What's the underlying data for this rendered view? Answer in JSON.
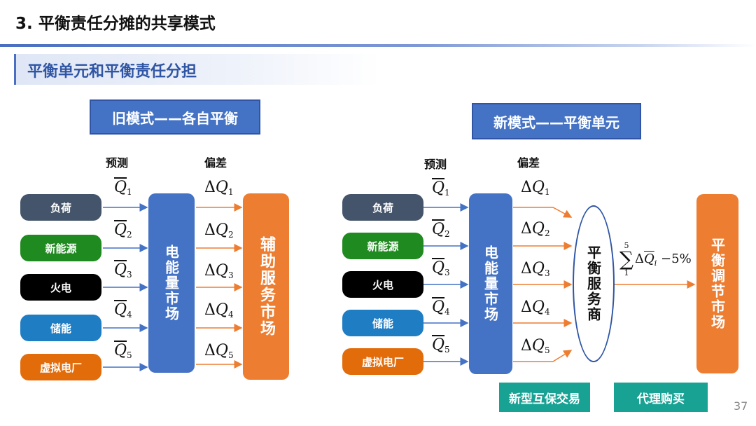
{
  "slide": {
    "title": "3. 平衡责任分摊的共享模式",
    "page_number": "37"
  },
  "section": {
    "title": "平衡单元和平衡责任分担"
  },
  "old_mode": {
    "header": "旧模式——各自平衡",
    "forecast_label": "预测",
    "deviation_label": "偏差",
    "sources": [
      {
        "label": "负荷",
        "color": "#44546a"
      },
      {
        "label": "新能源",
        "color": "#1f8a1f"
      },
      {
        "label": "火电",
        "color": "#000000"
      },
      {
        "label": "储能",
        "color": "#1f7dc4"
      },
      {
        "label": "虚拟电厂",
        "color": "#e36c0a"
      }
    ],
    "forecast_vars": [
      {
        "symbol": "Q",
        "sub": "1"
      },
      {
        "symbol": "Q",
        "sub": "2"
      },
      {
        "symbol": "Q",
        "sub": "3"
      },
      {
        "symbol": "Q",
        "sub": "4"
      },
      {
        "symbol": "Q",
        "sub": "5"
      }
    ],
    "deviation_vars": [
      {
        "delta": "Δ",
        "symbol": "Q",
        "sub": "1"
      },
      {
        "delta": "Δ",
        "symbol": "Q",
        "sub": "2"
      },
      {
        "delta": "Δ",
        "symbol": "Q",
        "sub": "3"
      },
      {
        "delta": "Δ",
        "symbol": "Q",
        "sub": "4"
      },
      {
        "delta": "Δ",
        "symbol": "Q",
        "sub": "5"
      }
    ],
    "energy_market": "电能量市场",
    "ancillary_market": "辅助服务市场"
  },
  "new_mode": {
    "header": "新模式——平衡单元",
    "forecast_label": "预测",
    "deviation_label": "偏差",
    "sources": [
      {
        "label": "负荷",
        "color": "#44546a"
      },
      {
        "label": "新能源",
        "color": "#1f8a1f"
      },
      {
        "label": "火电",
        "color": "#000000"
      },
      {
        "label": "储能",
        "color": "#1f7dc4"
      },
      {
        "label": "虚拟电厂",
        "color": "#e36c0a"
      }
    ],
    "forecast_vars": [
      {
        "symbol": "Q",
        "sub": "1"
      },
      {
        "symbol": "Q",
        "sub": "2"
      },
      {
        "symbol": "Q",
        "sub": "3"
      },
      {
        "symbol": "Q",
        "sub": "4"
      },
      {
        "symbol": "Q",
        "sub": "5"
      }
    ],
    "deviation_vars": [
      {
        "delta": "Δ",
        "symbol": "Q",
        "sub": "1"
      },
      {
        "delta": "Δ",
        "symbol": "Q",
        "sub": "2"
      },
      {
        "delta": "Δ",
        "symbol": "Q",
        "sub": "3"
      },
      {
        "delta": "Δ",
        "symbol": "Q",
        "sub": "4"
      },
      {
        "delta": "Δ",
        "symbol": "Q",
        "sub": "5"
      }
    ],
    "energy_market": "电能量市场",
    "balancing_provider": "平衡服务商",
    "sum_formula": {
      "upper": "5",
      "sigma": "∑",
      "lower": "1",
      "delta": "Δ",
      "symbol": "Q",
      "sub": "i",
      "threshold": "−5%"
    },
    "regulation_market": "平衡调节市场",
    "mutual_trading": "新型互保交易",
    "agent_purchase": "代理购买"
  },
  "colors": {
    "accent_blue": "#4472c4",
    "orange": "#ed7d31",
    "teal": "#17a294",
    "arrow_blue": "#4472c4",
    "arrow_orange": "#ed7d31"
  }
}
